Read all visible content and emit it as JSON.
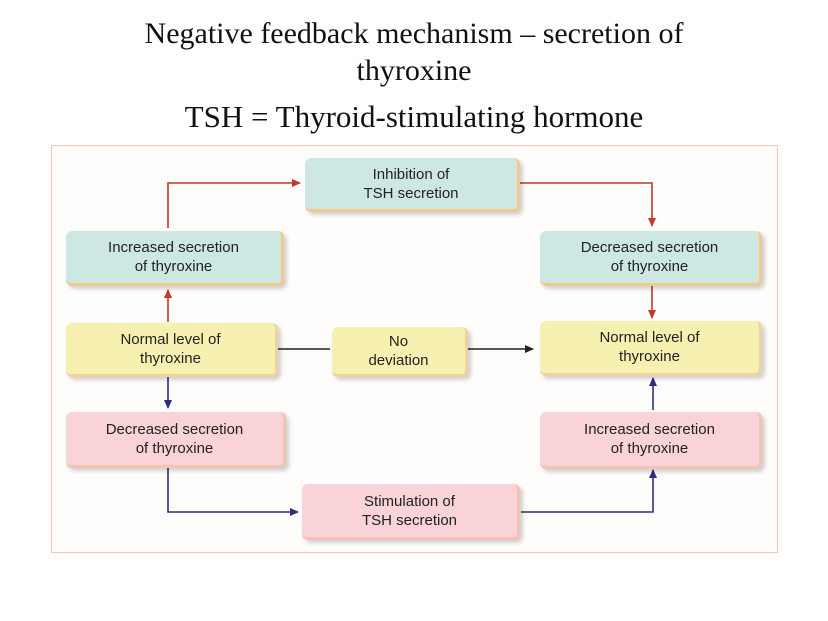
{
  "title": {
    "line1": "Negative feedback mechanism – secretion of",
    "line2": "thyroxine",
    "line3": "TSH = Thyroid-stimulating hormone"
  },
  "colors": {
    "inhibit_arrow": "#c0392b",
    "stimulate_arrow": "#2e2f7a",
    "neutral_arrow": "#222222",
    "teal_box": "#cde8e2",
    "yellow_box": "#f6f0b1",
    "pink_box": "#f9d3d8"
  },
  "nodes": {
    "inhibition": {
      "line1": "Inhibition of",
      "line2": "TSH secretion"
    },
    "increased_left": {
      "line1": "Increased secretion",
      "line2": "of thyroxine"
    },
    "decreased_right": {
      "line1": "Decreased secretion",
      "line2": "of thyroxine"
    },
    "normal_left": {
      "line1": "Normal level of",
      "line2": "thyroxine"
    },
    "no_deviation": {
      "line1": "No",
      "line2": "deviation"
    },
    "normal_right": {
      "line1": "Normal level of",
      "line2": "thyroxine"
    },
    "decreased_left": {
      "line1": "Decreased secretion",
      "line2": "of  thyroxine"
    },
    "increased_right": {
      "line1": "Increased secretion",
      "line2": "of thyroxine"
    },
    "stimulation": {
      "line1": "Stimulation of",
      "line2": "TSH secretion"
    }
  }
}
